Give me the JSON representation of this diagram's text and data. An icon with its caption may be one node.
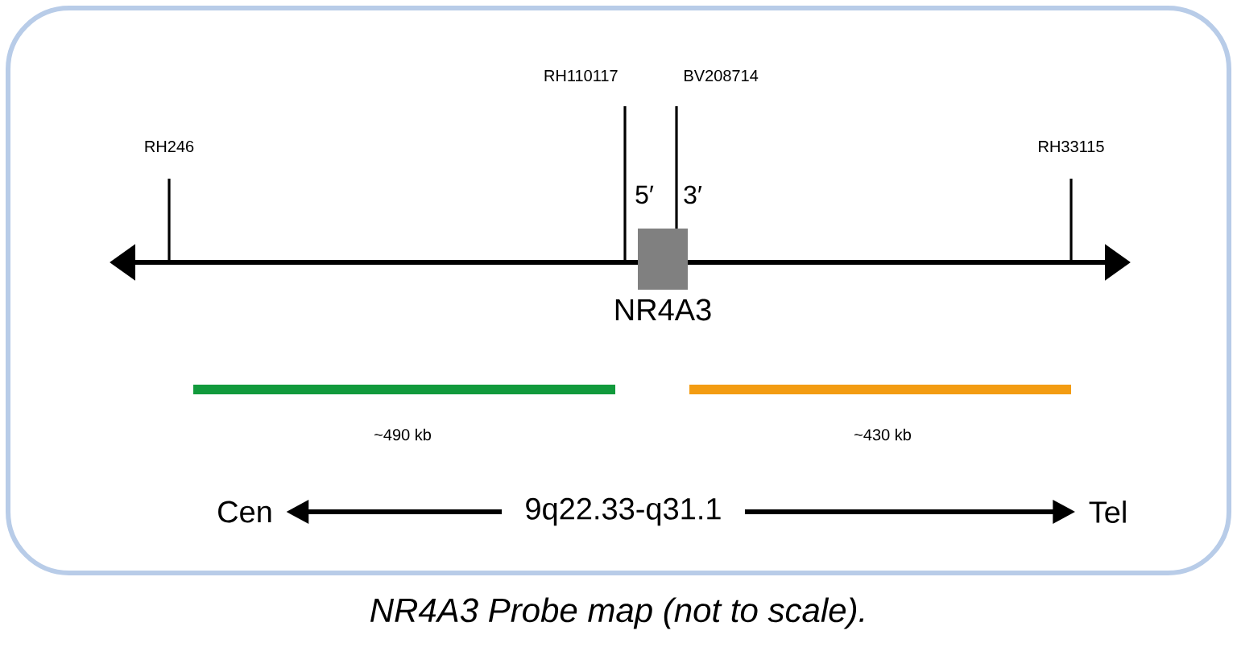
{
  "diagram": {
    "caption": "NR4A3 Probe map (not to scale).",
    "nodes": [
      {
        "text": [
          "NR4A3"
        ]
      },
      {
        "text": [
          "Cen"
        ]
      },
      {
        "text": [
          "9q22.33-q31.1"
        ]
      },
      {
        "text": [
          "Tel"
        ]
      }
    ],
    "edges": [
      {
        "from": 2,
        "to": 1,
        "arrow": "to"
      },
      {
        "from": 2,
        "to": 3,
        "arrow": "to"
      }
    ],
    "labels": [
      "RH110117",
      "BV208714",
      "RH246",
      "RH33115",
      "5′",
      "3′",
      "~490 kb",
      "~430 kb"
    ]
  }
}
